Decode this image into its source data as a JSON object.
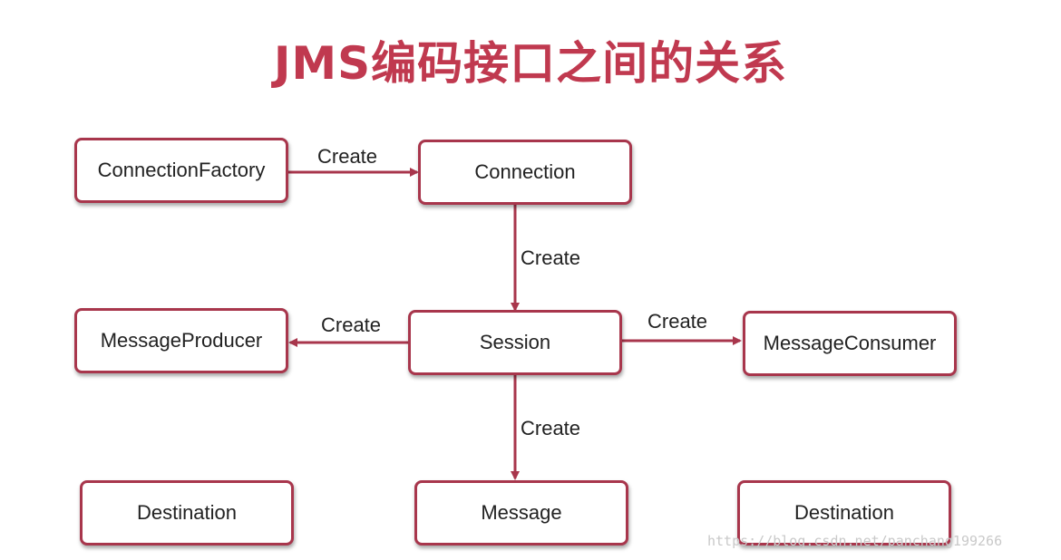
{
  "title": "JMS编码接口之间的关系",
  "colors": {
    "title": "#c0394f",
    "node_border": "#a8364c",
    "arrow": "#a8364c",
    "text": "#222222"
  },
  "nodes": {
    "connection_factory": "ConnectionFactory",
    "connection": "Connection",
    "session": "Session",
    "message_producer": "MessageProducer",
    "message_consumer": "MessageConsumer",
    "destination_left": "Destination",
    "message": "Message",
    "destination_right": "Destination"
  },
  "edges": [
    {
      "from": "ConnectionFactory",
      "to": "Connection",
      "label": "Create"
    },
    {
      "from": "Connection",
      "to": "Session",
      "label": "Create"
    },
    {
      "from": "Session",
      "to": "MessageProducer",
      "label": "Create"
    },
    {
      "from": "Session",
      "to": "MessageConsumer",
      "label": "Create"
    },
    {
      "from": "Session",
      "to": "Message",
      "label": "Create"
    }
  ],
  "watermark": "https://blog.csdn.net/panchang199266"
}
